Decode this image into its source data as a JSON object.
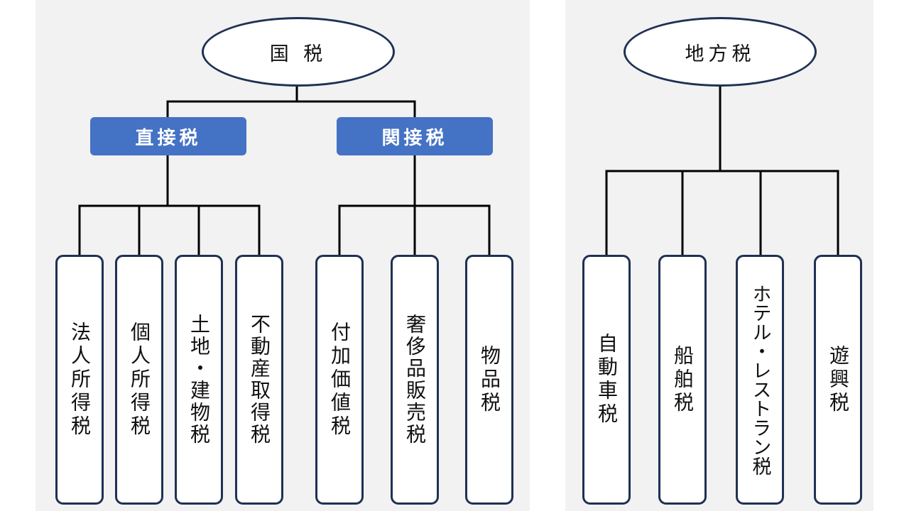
{
  "national": {
    "title": "国 税",
    "direct": {
      "label": "直接税",
      "items": [
        "法人所得税",
        "個人所得税",
        "土地・建物税",
        "不動産取得税"
      ]
    },
    "indirect": {
      "label": "関接税",
      "items": [
        "付加価値税",
        "奢侈品販売税",
        "物品税"
      ]
    }
  },
  "local": {
    "title": "地方税",
    "items": [
      "自動車税",
      "船舶税",
      "ホテル・レストラン税",
      "遊興税"
    ]
  },
  "colors": {
    "panel": "#f2f2f2",
    "category": "#4472c4",
    "border": "#1f3154",
    "line": "#000000"
  }
}
